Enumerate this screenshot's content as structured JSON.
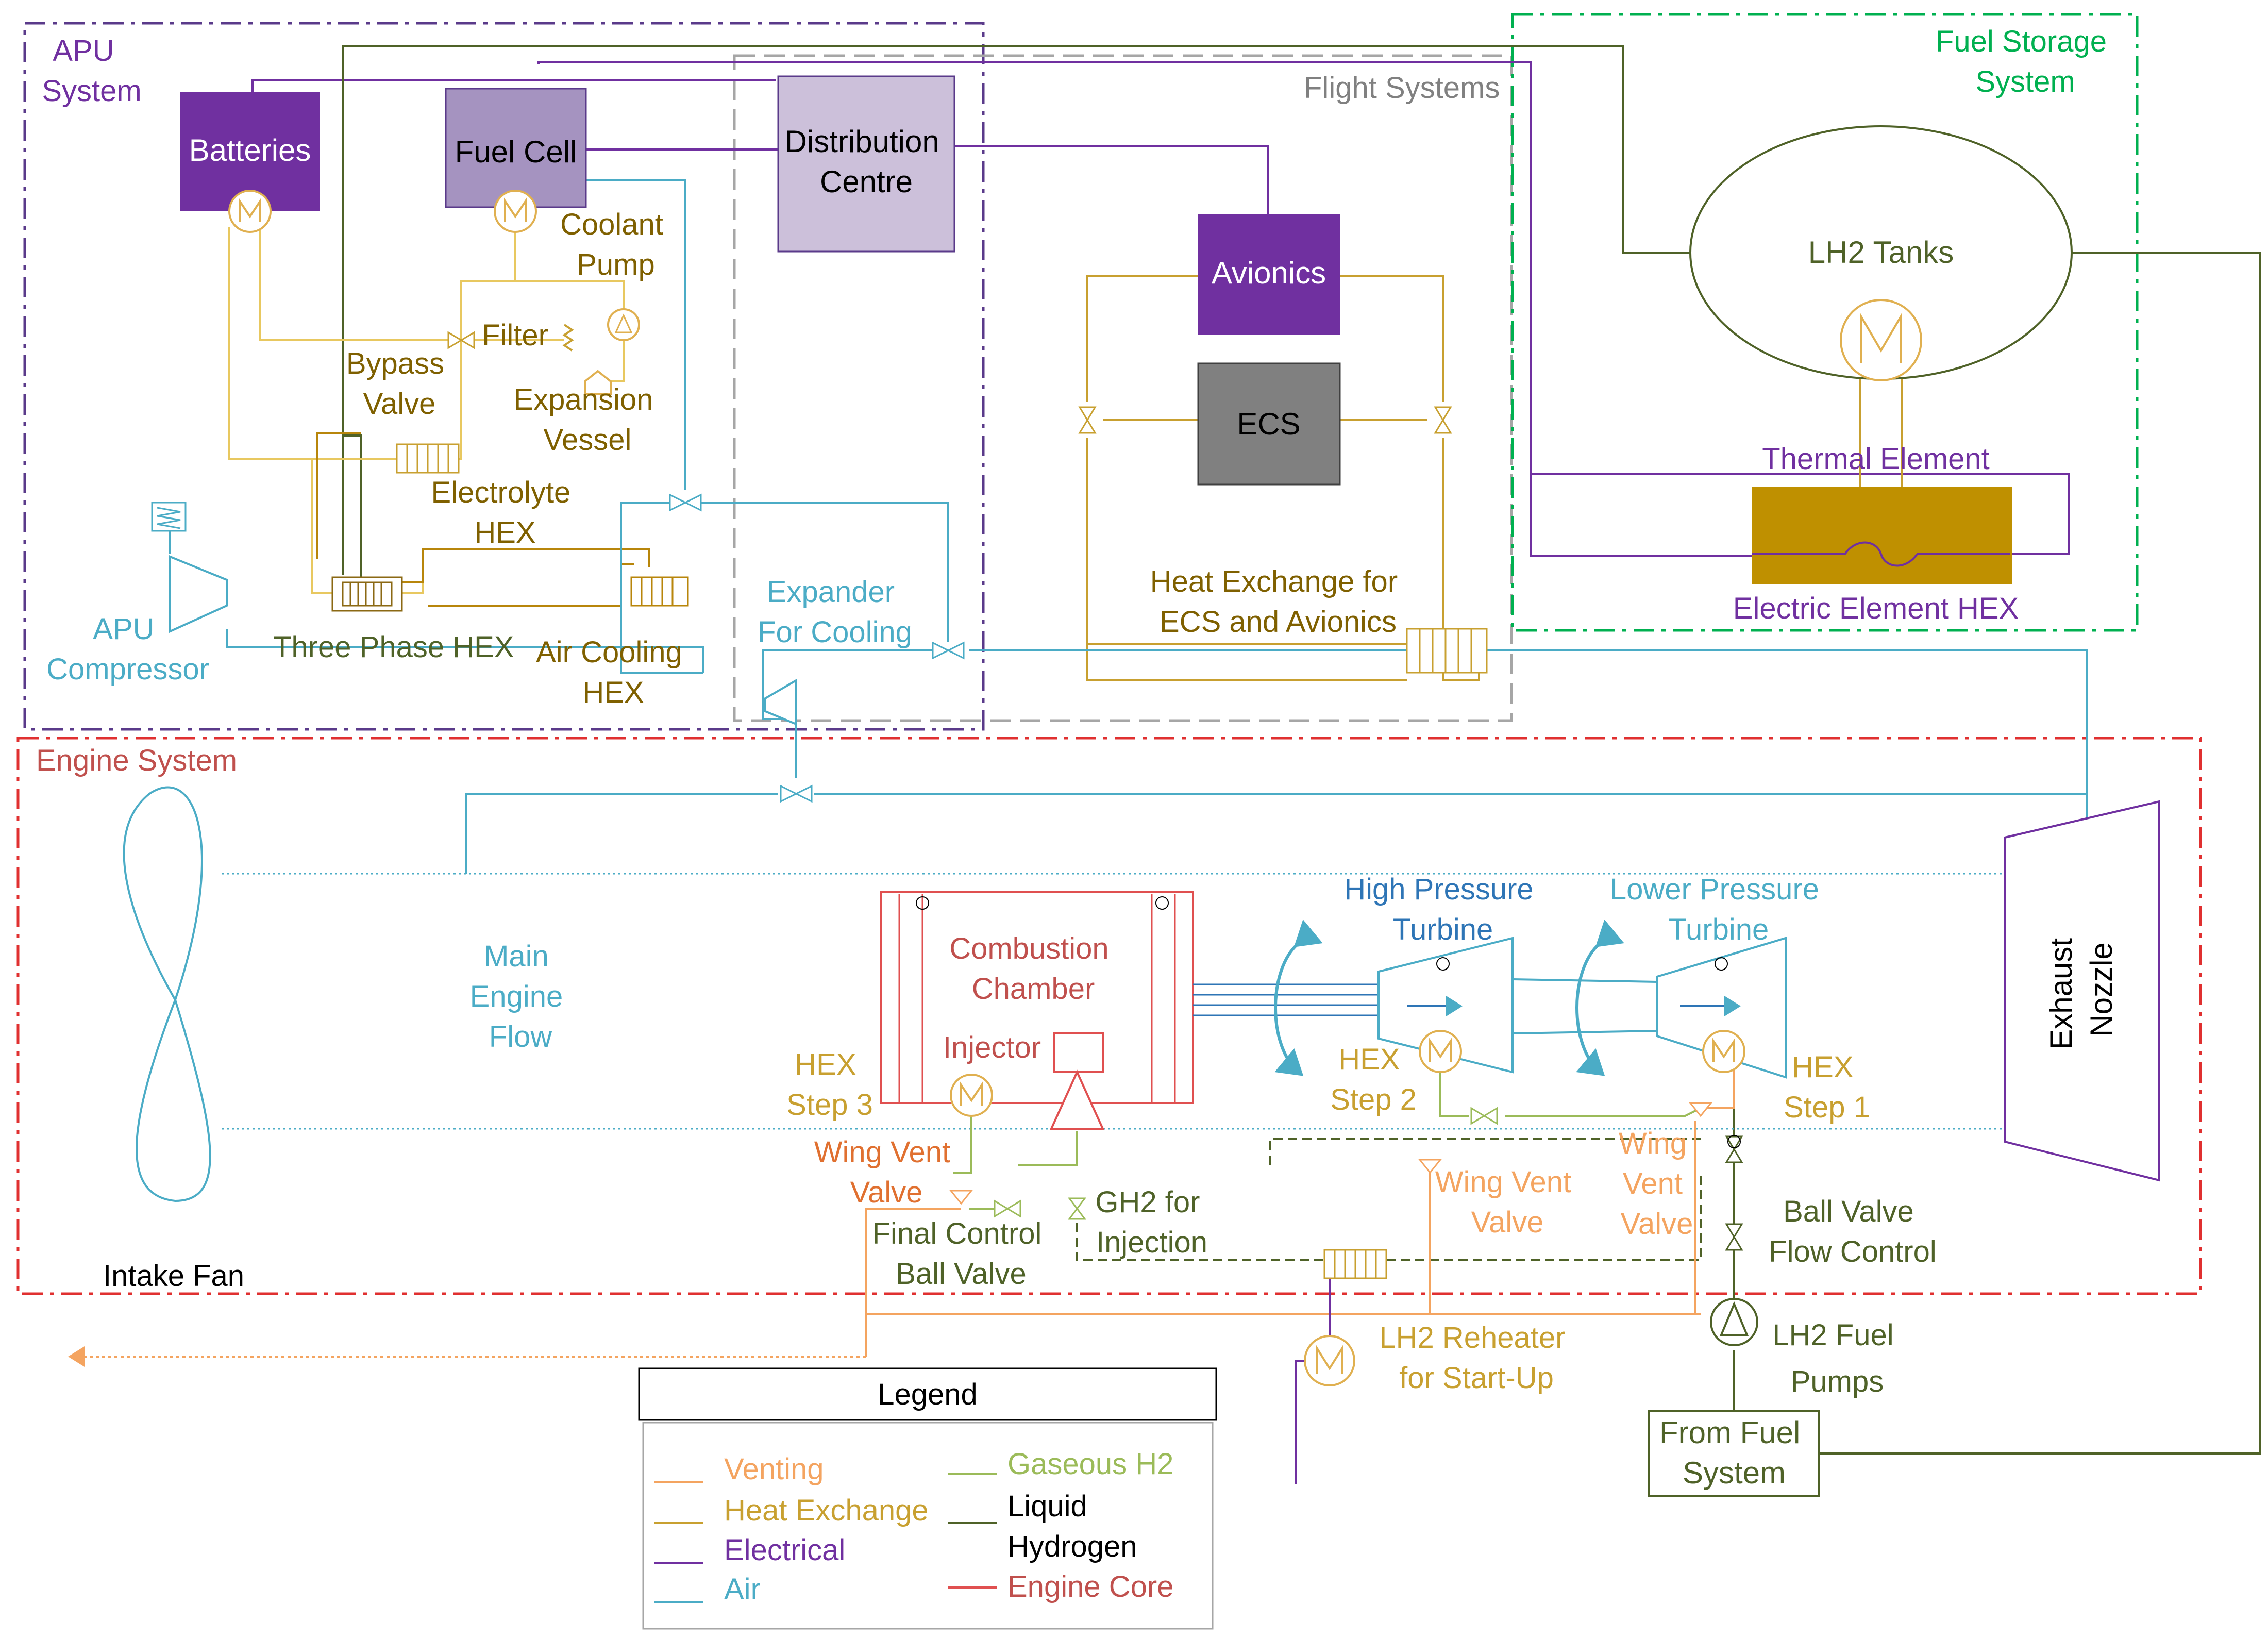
{
  "colors": {
    "venting": "#f4a460",
    "heat": "#c8a030",
    "heat_dark": "#8b6914",
    "electrical": "#7030a0",
    "air": "#4bacc6",
    "gas_h2": "#9bbb59",
    "liquid_h2": "#4f6228",
    "engine_core": "#e05050",
    "apu_border": "#5a3a8a",
    "flight_border": "#a6a6a6",
    "fuel_border": "#00b050",
    "engine_border": "#e03030",
    "batteries": "#7030a0",
    "fuel_cell": "#a593c0",
    "distribution": "#ccc0da",
    "avionics": "#7030a0",
    "ecs": "#808080",
    "electric_hex": "#bf9000",
    "hp_turbine": "#2e75b6"
  },
  "regions": {
    "apu": "APU\nSystem",
    "flight": "Flight Systems",
    "fuel": "Fuel Storage\nSystem",
    "engine": "Engine System"
  },
  "blocks": {
    "batteries": "Batteries",
    "fuel_cell": "Fuel Cell",
    "distribution": "Distribution\nCentre",
    "avionics": "Avionics",
    "ecs": "ECS",
    "lh2_tanks": "LH2 Tanks",
    "from_fuel": "From Fuel\nSystem",
    "exhaust": "Exhaust\nNozzle"
  },
  "labels": {
    "coolant_pump": "Coolant\nPump",
    "filter": "Filter",
    "bypass": "Bypass\nValve",
    "expansion": "Expansion\nVessel",
    "electrolyte": "Electrolyte\nHEX",
    "three_phase": "Three Phase HEX",
    "air_cooling": "Air Cooling\nHEX",
    "apu_compressor": "APU\nCompressor",
    "expander": "Expander\nFor Cooling",
    "hex_ecs": "Heat Exchange for\nECS and Avionics",
    "thermal": "Thermal Element",
    "electric_hex": "Electric Element HEX",
    "main_flow": "Main\nEngine\nFlow",
    "intake": "Intake Fan",
    "combustion": "Combustion\nChamber",
    "injector": "Injector",
    "hp_turbine": "High Pressure\nTurbine",
    "lp_turbine": "Lower Pressure\nTurbine",
    "hex3": "HEX\nStep 3",
    "hex2": "HEX\nStep 2",
    "hex1": "HEX\nStep 1",
    "wing_vent_1": "Wing Vent\nValve",
    "wing_vent_2": "Wing Vent\nValve",
    "wing_vent_3": "Wing\nVent\nValve",
    "gh2_inj": "GH2 for\nInjection",
    "final_ctrl": "Final Control\nBall Valve",
    "ball_valve": "Ball Valve\nFlow Control",
    "reheater": "LH2 Reheater\nfor Start-Up",
    "fuel_pumps": "LH2 Fuel\nPumps"
  },
  "legend": {
    "title": "Legend",
    "items": [
      {
        "label": "Venting",
        "color": "#f4a460"
      },
      {
        "label": "Heat Exchange",
        "color": "#c8a030"
      },
      {
        "label": "Electrical",
        "color": "#7030a0"
      },
      {
        "label": "Air",
        "color": "#4bacc6"
      },
      {
        "label": "Gaseous H2",
        "color": "#9bbb59"
      },
      {
        "label": "Liquid\nHydrogen",
        "color": "#4f6228"
      },
      {
        "label": "Engine Core",
        "color": "#e05050"
      }
    ]
  }
}
